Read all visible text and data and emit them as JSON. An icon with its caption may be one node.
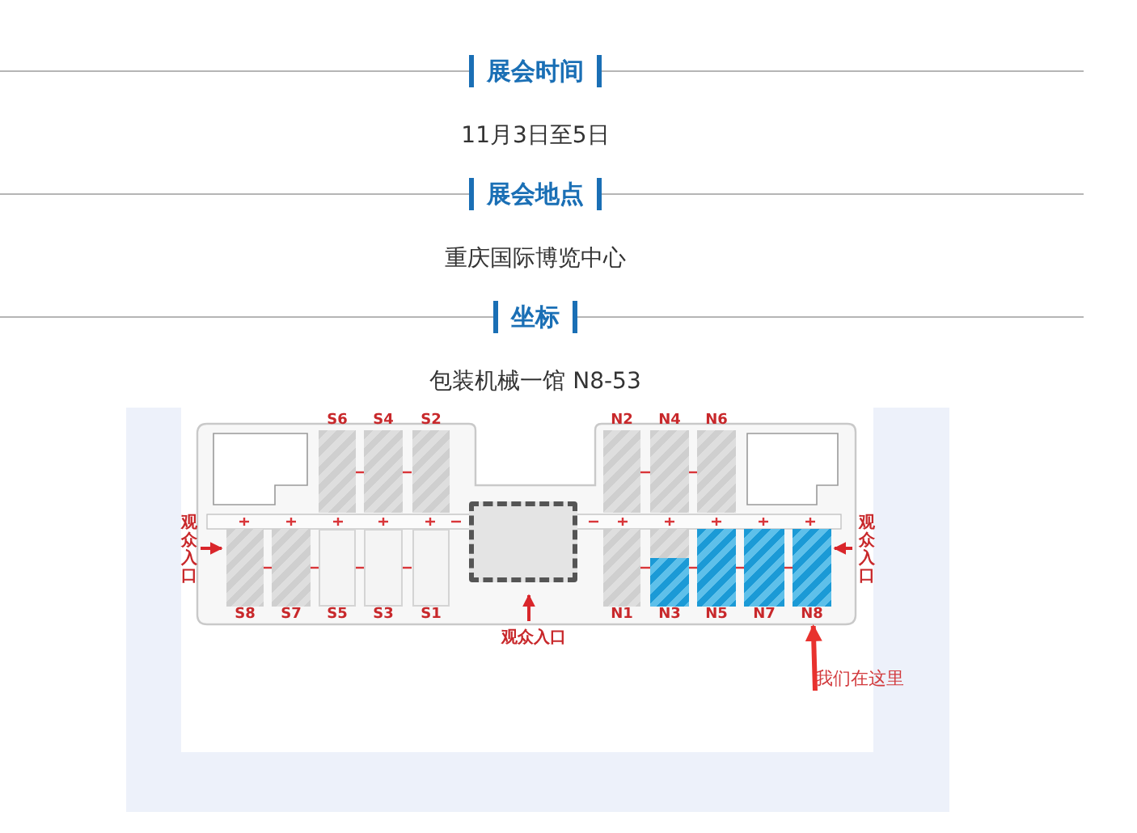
{
  "diagram": {
    "nodes": [
      {
        "text": [
          "S6"
        ]
      },
      {
        "text": [
          "S4"
        ]
      },
      {
        "text": [
          "S2"
        ]
      },
      {
        "text": [
          "N2"
        ]
      },
      {
        "text": [
          "N4"
        ]
      },
      {
        "text": [
          "N6"
        ]
      },
      {
        "text": [],
        "shape": "box"
      },
      {
        "text": [
          "S8"
        ]
      },
      {
        "text": [
          "S7"
        ]
      },
      {
        "text": [
          "S5"
        ]
      },
      {
        "text": [
          "S3"
        ]
      },
      {
        "text": [
          "S1"
        ]
      },
      {
        "text": [
          "N1"
        ]
      },
      {
        "text": [
          "N3"
        ]
      },
      {
        "text": [
          "N5"
        ]
      },
      {
        "text": [
          "N7"
        ]
      },
      {
        "text": [
          "N8"
        ]
      },
      {
        "text": [
          "我们在这里"
        ]
      }
    ],
    "edges": [
      {
        "from": 17,
        "to": 16,
        "arrow": "to"
      }
    ],
    "labels": [
      "展会时间",
      "11月3日至5日",
      "展会地点",
      "重庆国际博览中心",
      "坐标",
      "包装机械一馆 N8-53",
      "观众入口",
      "观众入口",
      "观众入口"
    ]
  }
}
